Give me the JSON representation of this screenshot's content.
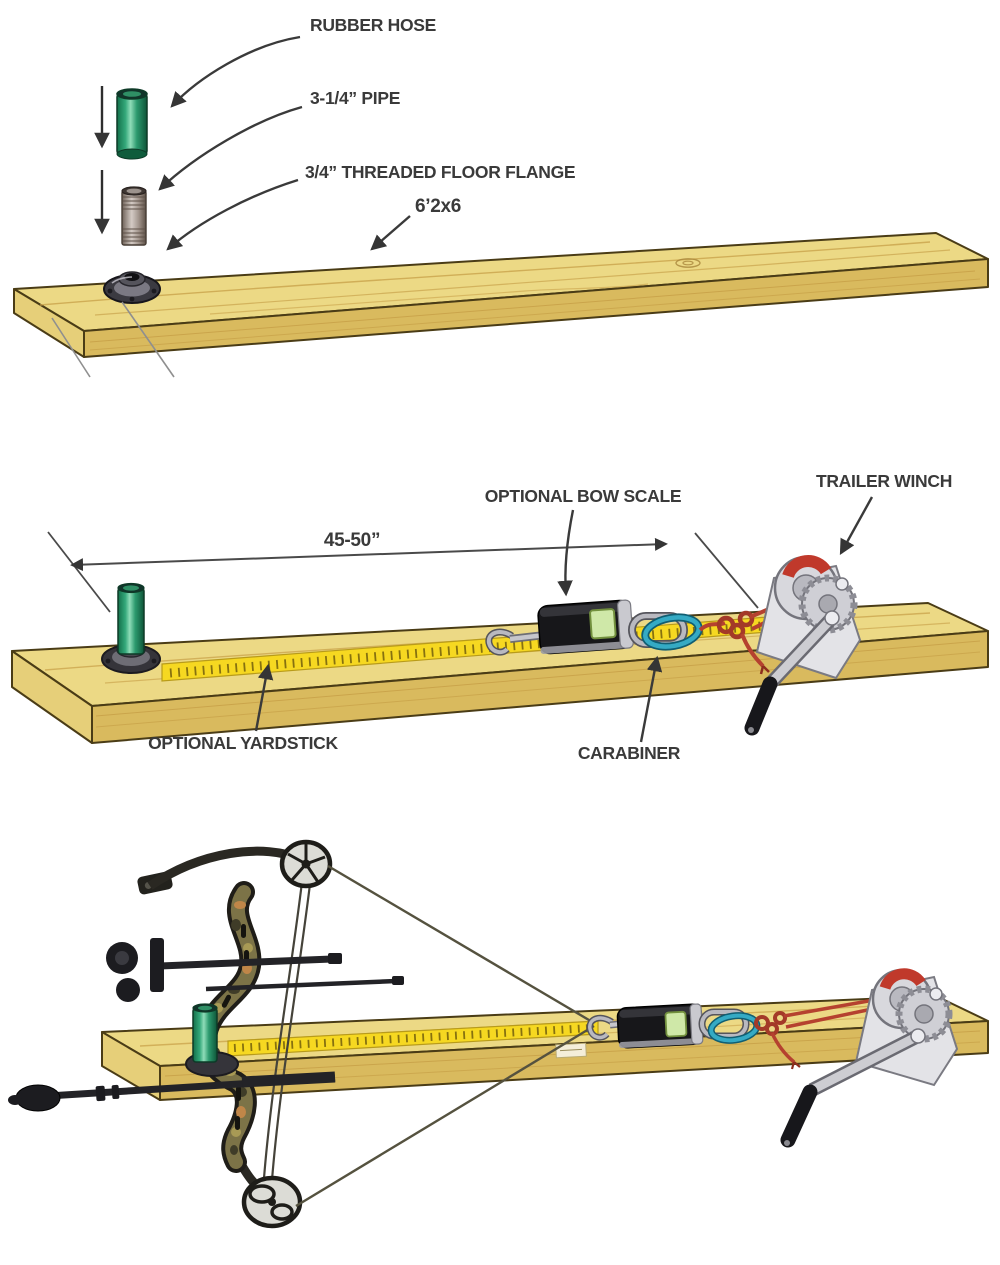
{
  "figure": {
    "background": "#ffffff",
    "label_color": "#3a3a3a",
    "colors": {
      "wood_top": "#ecd985",
      "wood_front": "#d9ba5e",
      "wood_end": "#e6cf79",
      "wood_outline": "#4a3c16",
      "wood_grain": "#c9a24b",
      "hose_green": "#2fa375",
      "pipe_metal": "#b7aba3",
      "flange_gray": "#4a4950",
      "yardstick_yellow": "#f6d821",
      "scale_black": "#17171a",
      "scale_lcd": "#cfe8a8",
      "carabiner_blue": "#35aac4",
      "rope_red": "#b5412f",
      "winch_silver": "#d8d8dd",
      "winch_strap_red": "#c0392b",
      "bow_dark": "#26241f",
      "bow_camo": "#7c7347",
      "string_gray": "#55523f"
    }
  },
  "panel_top": {
    "labels": {
      "rubber_hose": "RUBBER HOSE",
      "pipe": "3-1/4” PIPE",
      "floor_flange": "3/4” THREADED FLOOR FLANGE",
      "board": "6’2x6"
    }
  },
  "panel_middle": {
    "dimension": "45-50”",
    "labels": {
      "bow_scale": "OPTIONAL BOW SCALE",
      "trailer_winch": "TRAILER WINCH",
      "yardstick": "OPTIONAL YARDSTICK",
      "carabiner": "CARABINER"
    }
  }
}
